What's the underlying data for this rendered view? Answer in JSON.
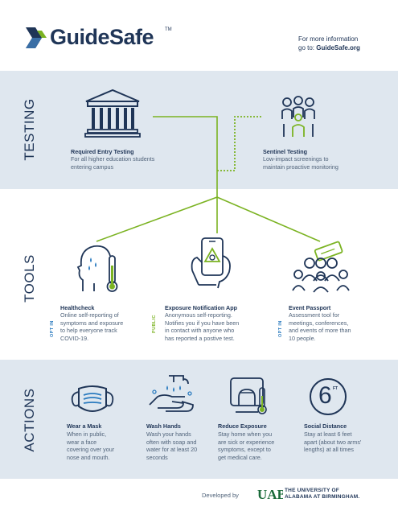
{
  "header": {
    "logo_text": "GuideSafe",
    "logo_tm": "TM",
    "info_line1": "For more information",
    "info_line2_prefix": "go to: ",
    "info_url": "GuideSafe.org"
  },
  "testing": {
    "label": "TESTING",
    "required": {
      "title": "Required Entry Testing",
      "body": [
        "For all higher education students",
        "entering campus"
      ]
    },
    "sentinel": {
      "title": "Sentinel Testing",
      "body": [
        "Low-impact screenings to",
        "maintain proactive monitoring"
      ]
    }
  },
  "tools": {
    "label": "TOOLS",
    "healthcheck": {
      "tag": "OPT IN",
      "title": "Healthcheck",
      "body": [
        "Online self-reporting of",
        "symptoms and exposure",
        "to help everyone track",
        "COVID-19."
      ]
    },
    "exposure": {
      "tag": "PUBLIC",
      "title": "Exposure Notification App",
      "body": [
        "Anonymous self-reporting.",
        "Notifies you if you have been",
        "in contact with anyone who",
        "has reported a postive test."
      ]
    },
    "event": {
      "tag": "OPT IN",
      "title": "Event Passport",
      "body": [
        "Assessment tool for",
        "meetings, conferences,",
        "and events of more than",
        "10 people."
      ]
    }
  },
  "actions": {
    "label": "ACTIONS",
    "mask": {
      "title": "Wear a Mask",
      "body": [
        "When in public,",
        "wear a face",
        "covering over your",
        "nose and mouth."
      ]
    },
    "hands": {
      "title": "Wash Hands",
      "body": [
        "Wash your hands",
        "often with soap and",
        "water for at least 20",
        "seconds"
      ]
    },
    "exposure": {
      "title": "Reduce Exposure",
      "body": [
        "Stay home when you",
        "are sick or experience",
        "symptoms, except to",
        "get medical care."
      ]
    },
    "distance": {
      "title": "Social Distance",
      "icon_number": "6",
      "icon_unit": "FT",
      "body": [
        "Stay at least 6 feet",
        "apart (about two arms'",
        "lengths) at all times"
      ]
    }
  },
  "footer": {
    "developed_by": "Developed by",
    "uab_mark": "UAB",
    "uab_line1": "THE UNIVERSITY OF",
    "uab_line2": "ALABAMA AT BIRMINGHAM."
  },
  "colors": {
    "navy": "#1f3557",
    "green": "#7bb322",
    "blue": "#2b7bbf",
    "band": "#dfe7ef",
    "body_text": "#50637a"
  }
}
